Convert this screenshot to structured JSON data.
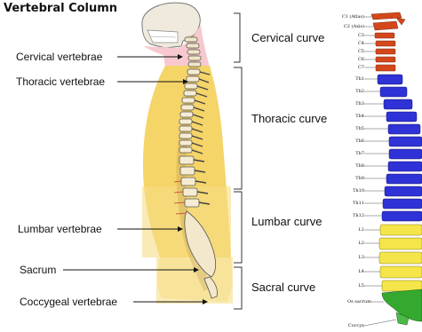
{
  "title": "Vertebral Column",
  "left_labels": {
    "cervical": "Cervical vertebrae",
    "thoracic": "Thoracic vertebrae",
    "lumbar": "Lumbar vertebrae",
    "sacrum": "Sacrum",
    "coccygeal": "Coccygeal vertebrae"
  },
  "curves": {
    "cervical": "Cervical curve",
    "thoracic": "Thoracic curve",
    "lumbar": "Lumbar curve",
    "sacral": "Sacral curve"
  },
  "vertebra_labels": [
    "C1 (Atlas)",
    "C2 (Axis)",
    "C3",
    "C4",
    "C5",
    "C6",
    "C7",
    "Th1",
    "Th2",
    "Th3",
    "Th4",
    "Th5",
    "Th6",
    "Th7",
    "Th8",
    "Th9",
    "Th10",
    "Th11",
    "Th12",
    "L1",
    "L2",
    "L3",
    "L4",
    "L5",
    "Os sacrum",
    "Coccyx"
  ],
  "colors": {
    "body_fill": "#f5d468",
    "neck_fill": "#f7c9cf",
    "cervical": "#d4471a",
    "thoracic": "#2f32d6",
    "lumbar": "#f4e64a",
    "sacrum": "#34a82f"
  }
}
